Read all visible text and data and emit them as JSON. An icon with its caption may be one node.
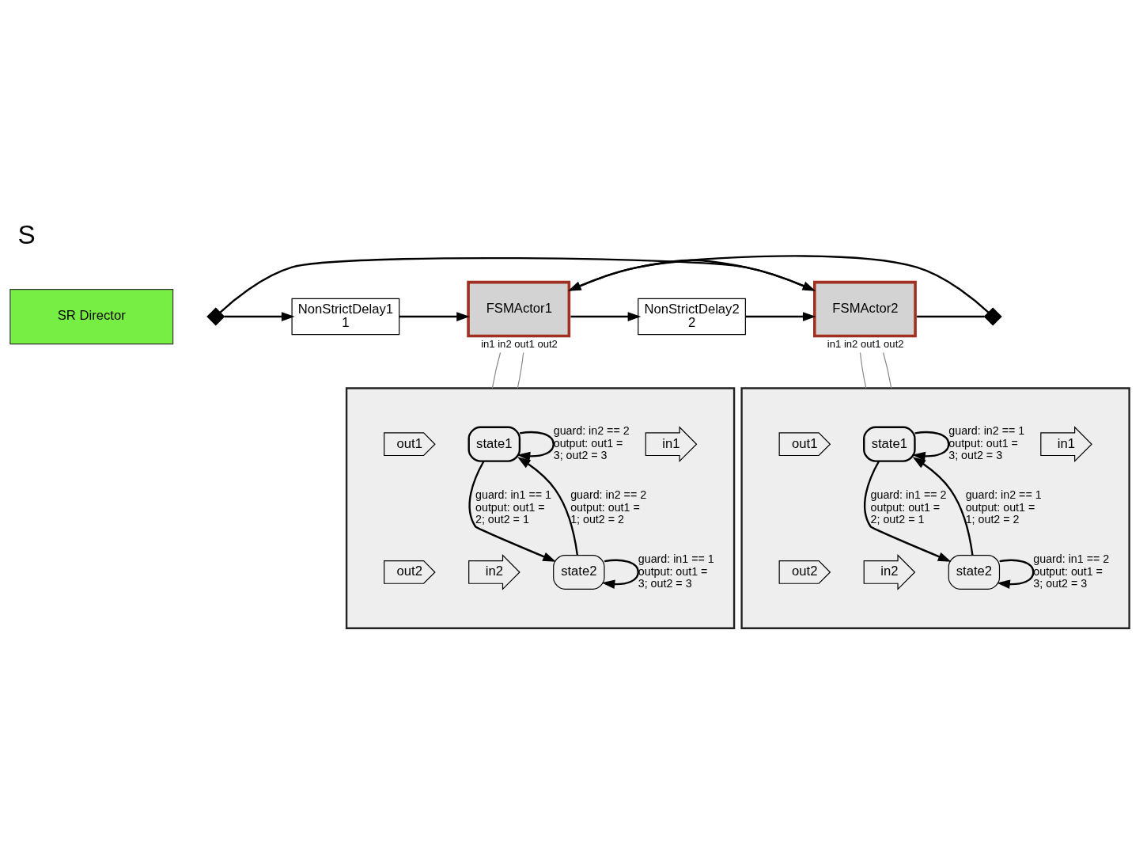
{
  "diagram": {
    "title": "S",
    "nodes": [
      {
        "text": [
          "SR Director"
        ]
      },
      {
        "text": [],
        "shape": "diamond"
      },
      {
        "text": [
          "NonStrictDelay1",
          "1"
        ]
      },
      {
        "text": [
          "FSMActor1"
        ],
        "beside": [
          "in1",
          "in2",
          "out1",
          "out2"
        ]
      },
      {
        "text": [
          "FSMActor2"
        ],
        "beside": [
          "in1",
          "in2",
          "out1",
          "out2"
        ]
      },
      {
        "text": [
          "NonStrictDelay2",
          "2"
        ]
      },
      {
        "text": [],
        "shape": "diamond"
      },
      {
        "text": [],
        "shape": "box"
      },
      {
        "text": [
          "in1"
        ],
        "in": 7
      },
      {
        "text": [
          "in2"
        ],
        "in": 7
      },
      {
        "text": [
          "state1"
        ],
        "in": 7
      },
      {
        "text": [
          "state2"
        ],
        "in": 7
      },
      {
        "text": [
          "out1"
        ],
        "in": 7
      },
      {
        "text": [
          "out2"
        ],
        "in": 7
      },
      {
        "text": [],
        "shape": "box"
      },
      {
        "text": [
          "in1"
        ],
        "in": 14
      },
      {
        "text": [
          "in2"
        ],
        "in": 14
      },
      {
        "text": [
          "state1"
        ],
        "in": 14
      },
      {
        "text": [
          "state2"
        ],
        "in": 14
      },
      {
        "text": [
          "out1"
        ],
        "in": 14
      },
      {
        "text": [
          "out2"
        ],
        "in": 14
      }
    ],
    "edges": [
      {
        "from": 4,
        "to": 1,
        "arrow": "none"
      },
      {
        "from": 1,
        "to": 2,
        "arrow": "to"
      },
      {
        "from": 2,
        "to": 3,
        "arrow": "to"
      },
      {
        "from": 3,
        "to": 4,
        "arrow": "to"
      },
      {
        "from": 3,
        "to": 5,
        "arrow": "to"
      },
      {
        "from": 5,
        "to": 4,
        "arrow": "to"
      },
      {
        "from": 4,
        "to": 6,
        "arrow": "none"
      },
      {
        "from": 6,
        "to": 3,
        "arrow": "to"
      },
      {
        "from": 3,
        "to": 7,
        "arrow": "none",
        "color": "#888888"
      },
      {
        "from": 3,
        "to": 7,
        "arrow": "none",
        "color": "#888888"
      },
      {
        "from": 4,
        "to": 14,
        "arrow": "none",
        "color": "#888888"
      },
      {
        "from": 4,
        "to": 14,
        "arrow": "none",
        "color": "#888888"
      },
      {
        "from": 10,
        "to": 10,
        "arrow": "to",
        "label": "guard: in2 == 2 output: out1 = 3; out2 = 3"
      },
      {
        "from": 10,
        "to": 11,
        "arrow": "to",
        "label": "guard: in1 == 1 output: out1 = 2; out2 = 1"
      },
      {
        "from": 11,
        "to": 10,
        "arrow": "to",
        "label": "guard: in2 == 2 output: out1 = 1; out2 = 2"
      },
      {
        "from": 11,
        "to": 11,
        "arrow": "to",
        "label": "guard: in1 == 1 output: out1 = 3; out2 = 3"
      },
      {
        "from": 17,
        "to": 17,
        "arrow": "to",
        "label": "guard: in2 == 1 output: out1 = 3; out2 = 3"
      },
      {
        "from": 17,
        "to": 18,
        "arrow": "to",
        "label": "guard: in1 == 2 output: out1 = 2; out2 = 1"
      },
      {
        "from": 18,
        "to": 17,
        "arrow": "to",
        "label": "guard: in2 == 1 output: out1 = 1; out2 = 2"
      },
      {
        "from": 18,
        "to": 18,
        "arrow": "to",
        "label": "guard: in1 == 2 output: out1 = 3; out2 = 3"
      }
    ]
  }
}
